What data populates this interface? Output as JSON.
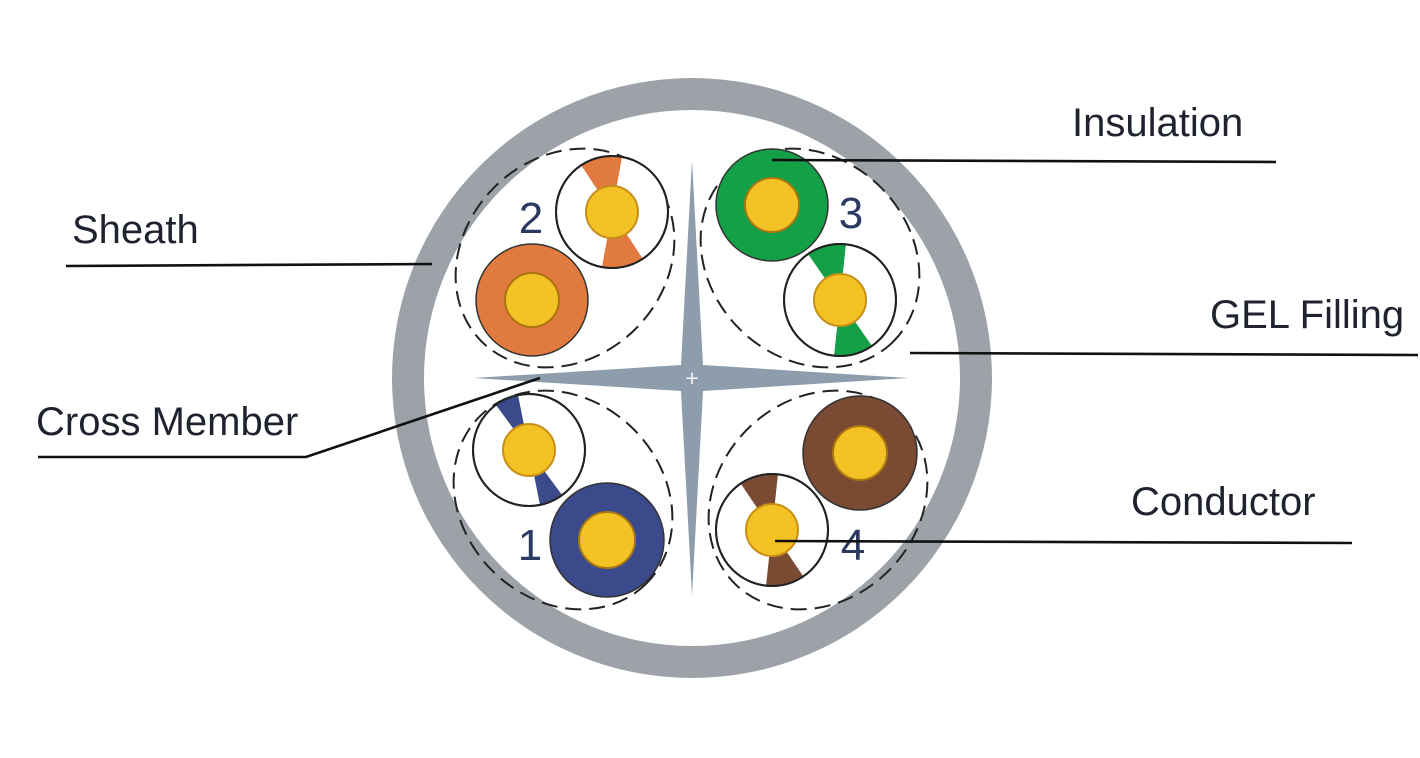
{
  "labels": {
    "sheath": "Sheath",
    "insulation": "Insulation",
    "gel_filling": "GEL Filling",
    "cross_member": "Cross Member",
    "conductor": "Conductor"
  },
  "pairs": [
    {
      "number": "1",
      "color": "#3a4a8a"
    },
    {
      "number": "2",
      "color": "#e07a3e"
    },
    {
      "number": "3",
      "color": "#14a046"
    },
    {
      "number": "4",
      "color": "#7a4a33"
    }
  ],
  "colors": {
    "sheath": "#9da2a8",
    "cross_member": "#8e9dab",
    "conductor": "#f5c225",
    "conductor_outline": "#c78f15"
  }
}
